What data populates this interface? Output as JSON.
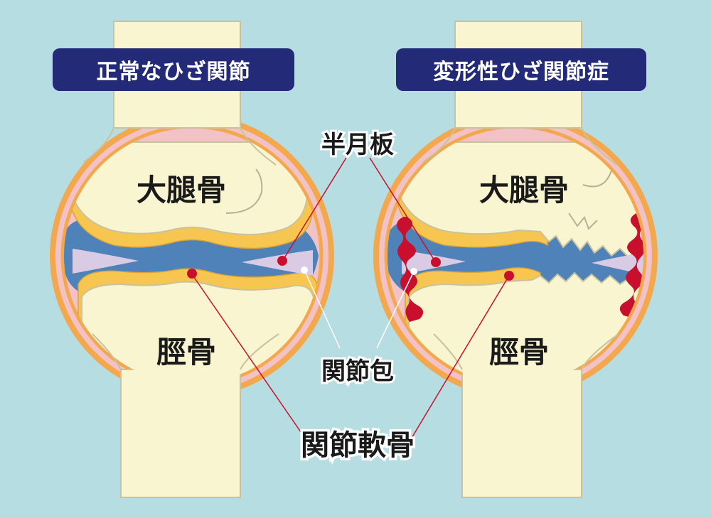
{
  "titles": {
    "normal": "正常なひざ関節",
    "oa": "変形性ひざ関節症"
  },
  "bone_labels": {
    "femur_left": "大腿骨",
    "tibia_left": "脛骨",
    "femur_right": "大腿骨",
    "tibia_right": "脛骨"
  },
  "callouts": {
    "meniscus": "半月板",
    "capsule": "関節包",
    "cartilage": "関節軟骨"
  },
  "colors": {
    "background": "#b5dde2",
    "title_badge": "#232a78",
    "bone": "#f8f5d0",
    "cartilage": "#f6c651",
    "synovial_fluid": "#4e82b8",
    "meniscus": "#d9cbe4",
    "capsule_outer": "#f3a84d",
    "capsule_inner": "#f2c2c6",
    "inflammation": "#c8102e",
    "leader_line": "#c8102e"
  }
}
